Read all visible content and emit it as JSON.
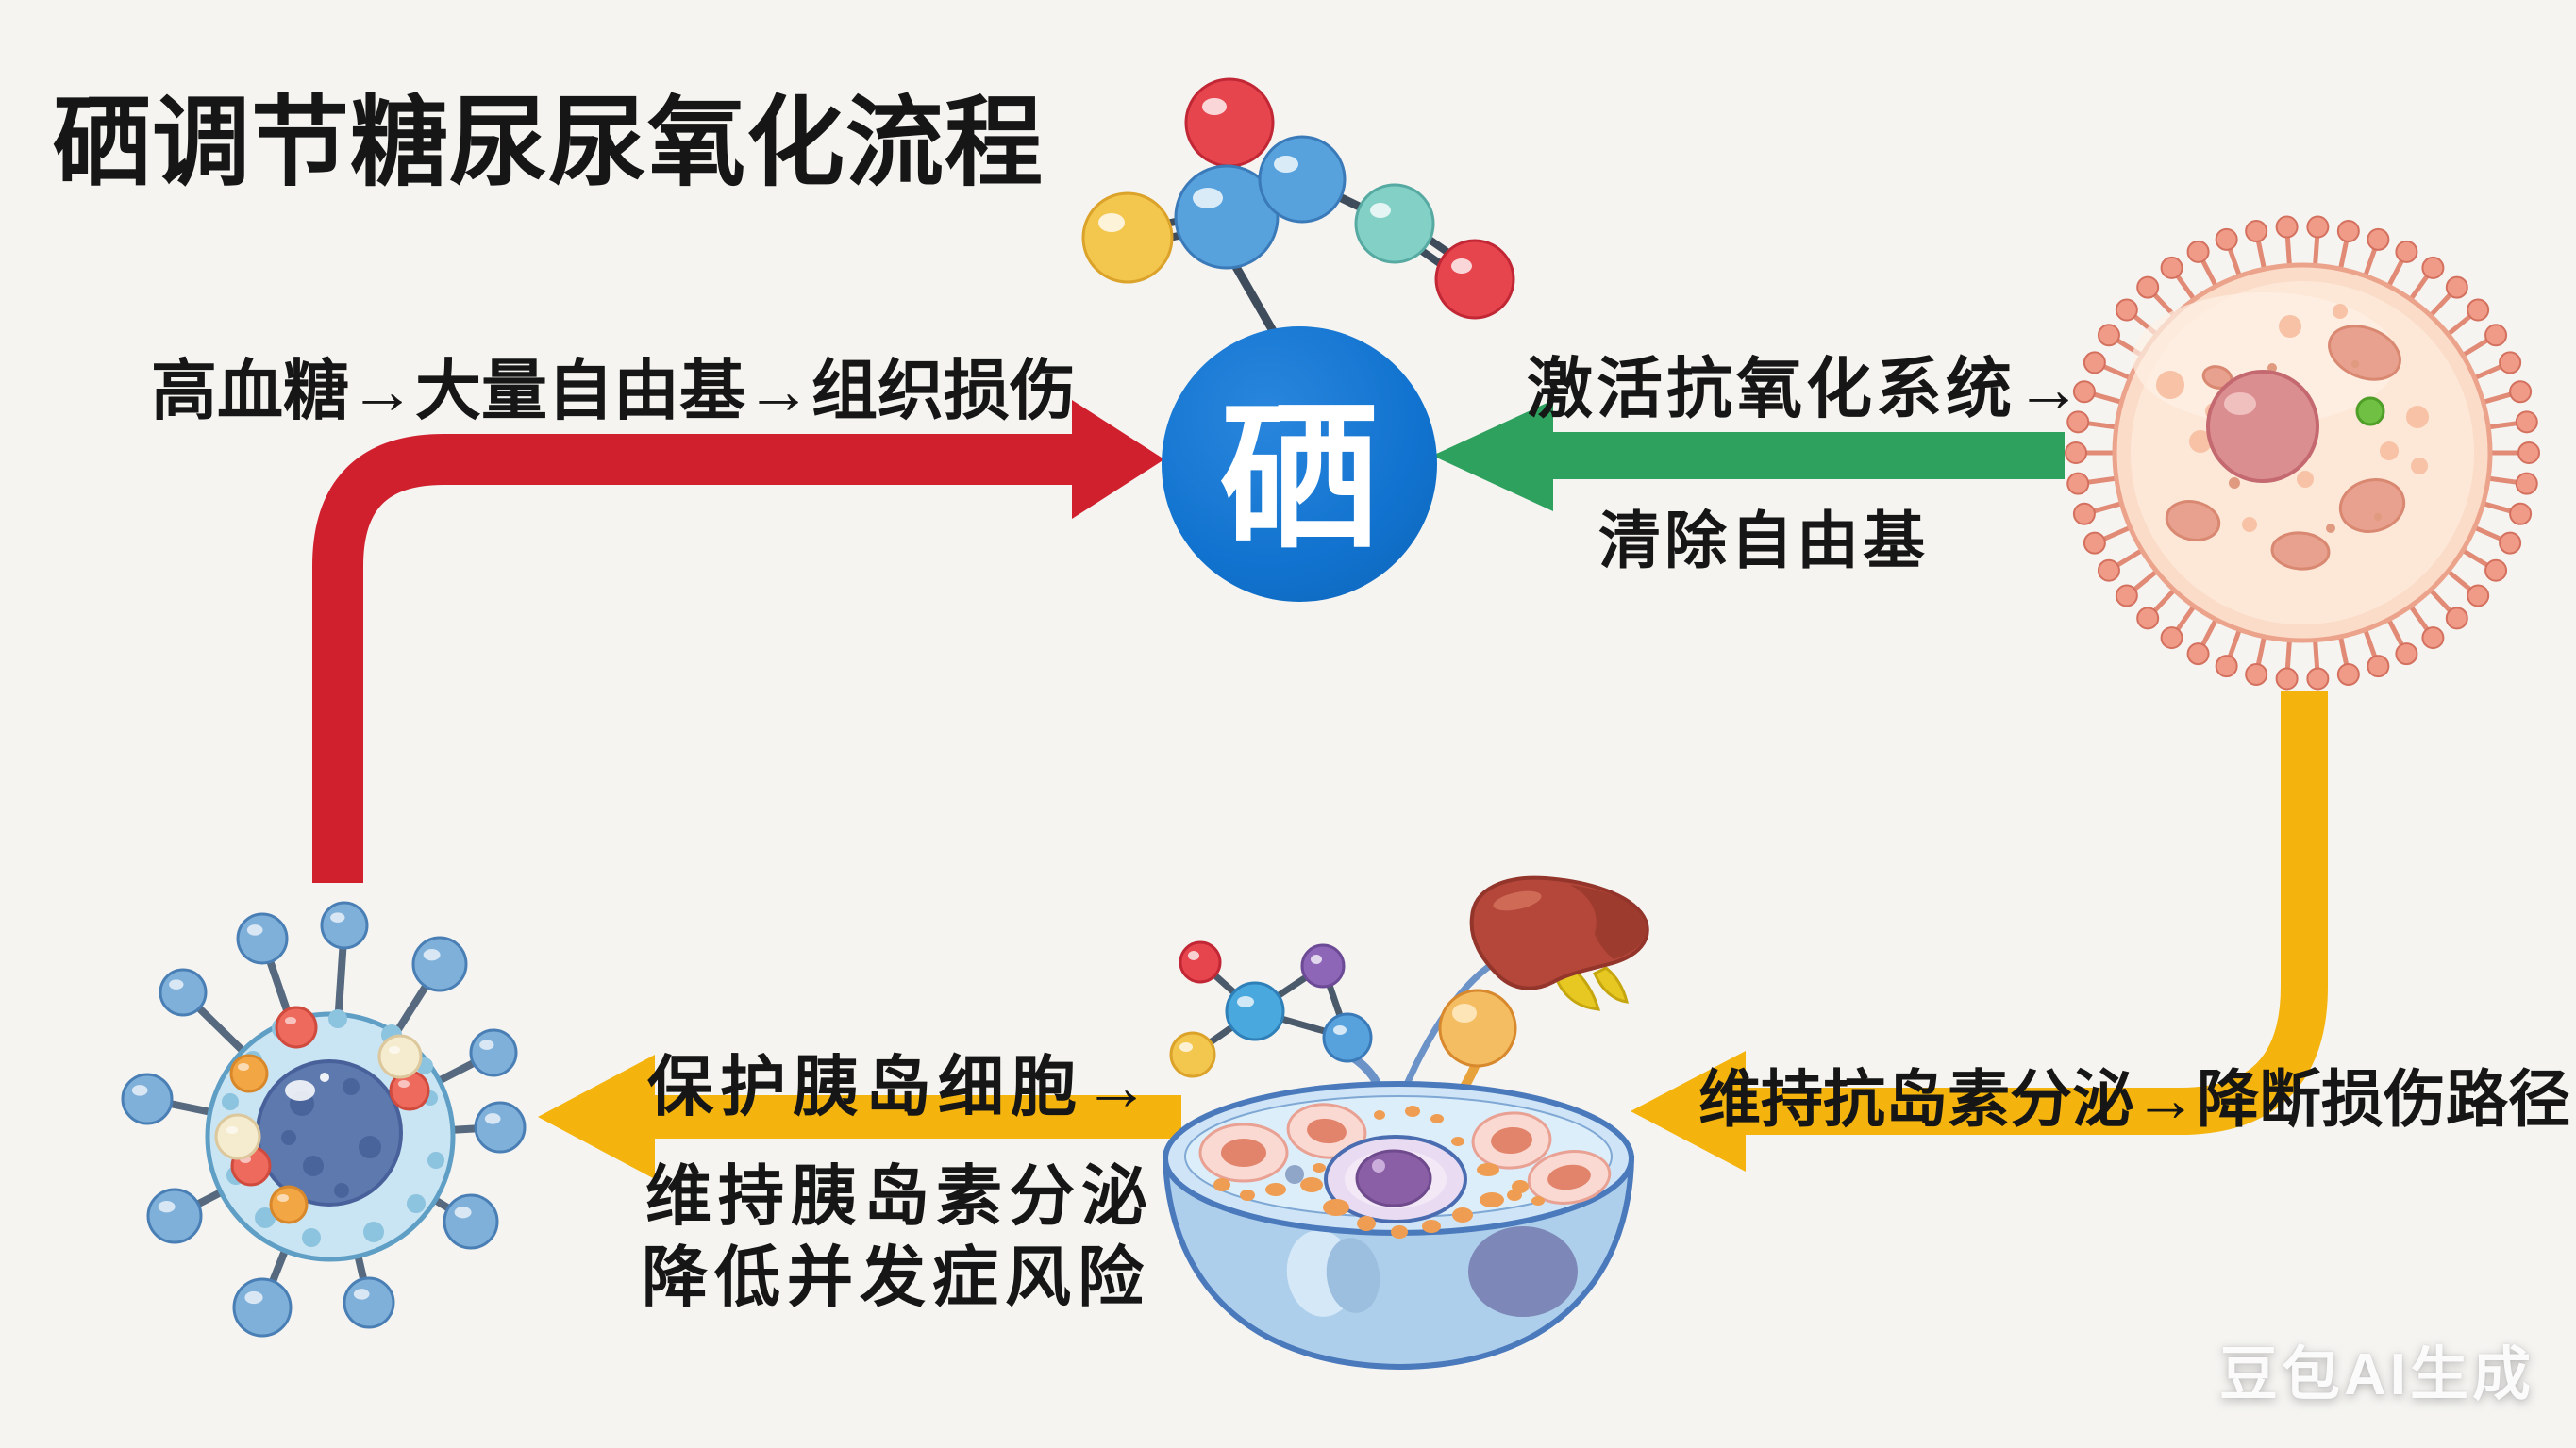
{
  "title": "硒调节糖尿尿氧化流程",
  "center_node": {
    "label": "硒",
    "color": "#1173cf"
  },
  "edges": {
    "oxidative_damage": {
      "label": "高血糖→大量自由基→组织损伤",
      "color": "#d0202e",
      "direction": "into-selenium"
    },
    "antioxidant": {
      "label_top": "激活抗氧化系统→",
      "label_bottom": "清除自由基",
      "color": "#2ea15f",
      "direction": "cell-to-selenium"
    },
    "insulin_path": {
      "label": "维持抗岛素分泌→降断损伤路径",
      "color": "#f5b40d",
      "direction": "cell-to-islet"
    },
    "protect_islet": {
      "label_top": "保护胰岛细胞→",
      "label_mid": "维持胰岛素分泌",
      "label_bottom": "降低并发症风险",
      "color": "#f5b40d",
      "direction": "islet-to-cell"
    }
  },
  "icons": {
    "selenium_molecule": "selenium-molecule-icon",
    "healthy_cell": "healthy-cell-icon",
    "damaged_cell": "damaged-cell-icon",
    "islet_dish": "islet-cells-dish-icon",
    "insulin_molecule": "insulin-molecule-icon",
    "liver": "liver-icon",
    "insulin_vesicle": "insulin-vesicle-icon"
  },
  "watermark": "豆包AI生成"
}
